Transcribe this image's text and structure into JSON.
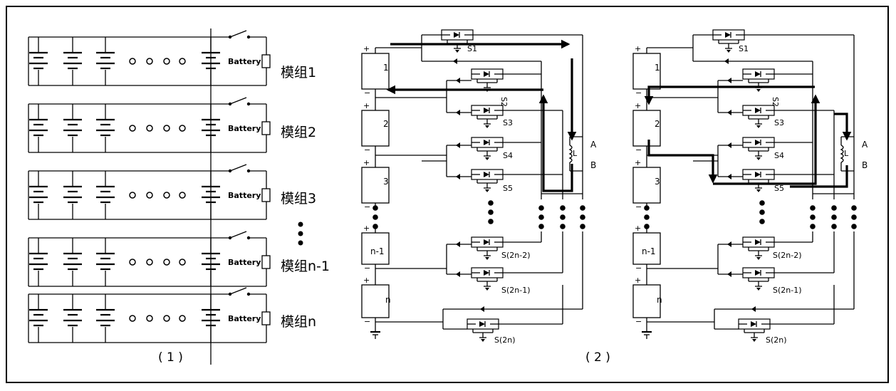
{
  "panel1": {
    "caption": "( 1 )",
    "battery_label": "Battery",
    "modules": [
      "模组1",
      "模组2",
      "模组3",
      "模组n-1",
      "模组n"
    ],
    "ellipsis": "⋮"
  },
  "panel2": {
    "caption": "( 2 )",
    "cells": [
      "1",
      "2",
      "3",
      "n-1",
      "n"
    ],
    "switch_labels": [
      "S1",
      "S2",
      "S3",
      "S4",
      "S5",
      "S(2n-2)",
      "S(2n-1)",
      "S(2n)"
    ],
    "inductor_label": "L",
    "node_a": "A",
    "node_b": "B"
  }
}
